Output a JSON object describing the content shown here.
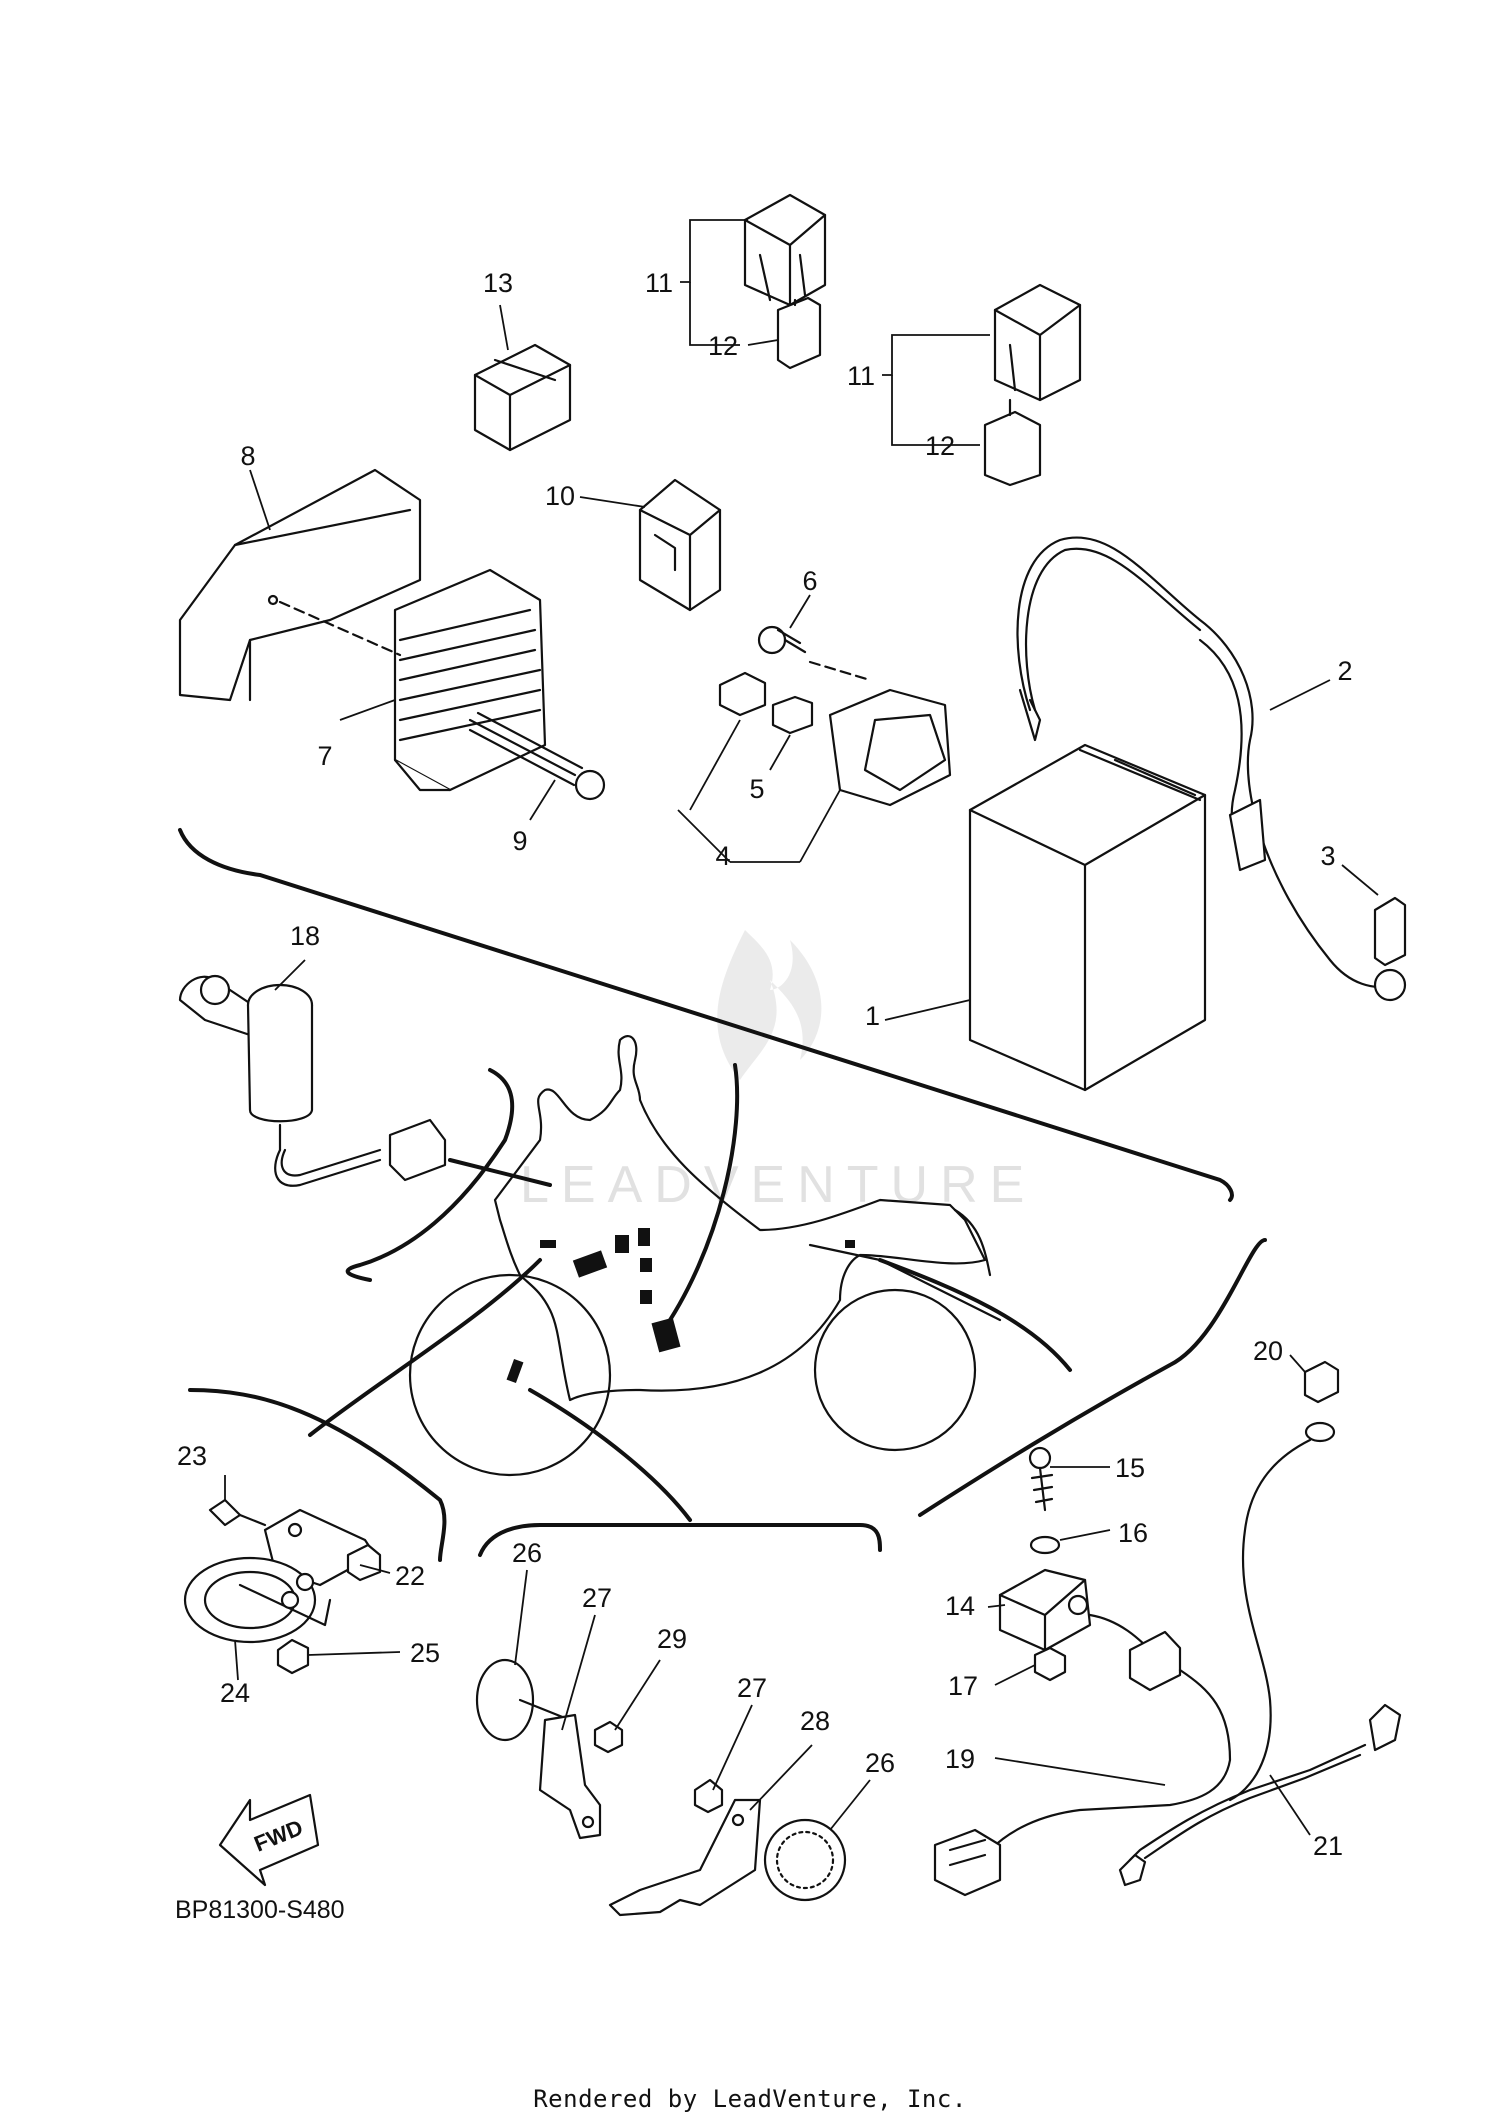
{
  "diagram": {
    "reference_code": "BP81300-S480",
    "footer": "Rendered by LeadVenture, Inc.",
    "watermark": "LEADVENTURE",
    "fwd_arrow_label": "FWD",
    "part_numbers": [
      {
        "id": "p1",
        "label": "1"
      },
      {
        "id": "p2",
        "label": "2"
      },
      {
        "id": "p3",
        "label": "3"
      },
      {
        "id": "p4",
        "label": "4"
      },
      {
        "id": "p5",
        "label": "5"
      },
      {
        "id": "p6",
        "label": "6"
      },
      {
        "id": "p7",
        "label": "7"
      },
      {
        "id": "p8",
        "label": "8"
      },
      {
        "id": "p9",
        "label": "9"
      },
      {
        "id": "p10",
        "label": "10"
      },
      {
        "id": "p11a",
        "label": "11"
      },
      {
        "id": "p12a",
        "label": "12"
      },
      {
        "id": "p11b",
        "label": "11"
      },
      {
        "id": "p12b",
        "label": "12"
      },
      {
        "id": "p13",
        "label": "13"
      },
      {
        "id": "p14",
        "label": "14"
      },
      {
        "id": "p15",
        "label": "15"
      },
      {
        "id": "p16",
        "label": "16"
      },
      {
        "id": "p17",
        "label": "17"
      },
      {
        "id": "p18",
        "label": "18"
      },
      {
        "id": "p19",
        "label": "19"
      },
      {
        "id": "p20",
        "label": "20"
      },
      {
        "id": "p21",
        "label": "21"
      },
      {
        "id": "p22",
        "label": "22"
      },
      {
        "id": "p23",
        "label": "23"
      },
      {
        "id": "p24",
        "label": "24"
      },
      {
        "id": "p25",
        "label": "25"
      },
      {
        "id": "p26a",
        "label": "26"
      },
      {
        "id": "p27a",
        "label": "27"
      },
      {
        "id": "p29",
        "label": "29"
      },
      {
        "id": "p27b",
        "label": "27"
      },
      {
        "id": "p28",
        "label": "28"
      },
      {
        "id": "p26b",
        "label": "26"
      }
    ]
  }
}
